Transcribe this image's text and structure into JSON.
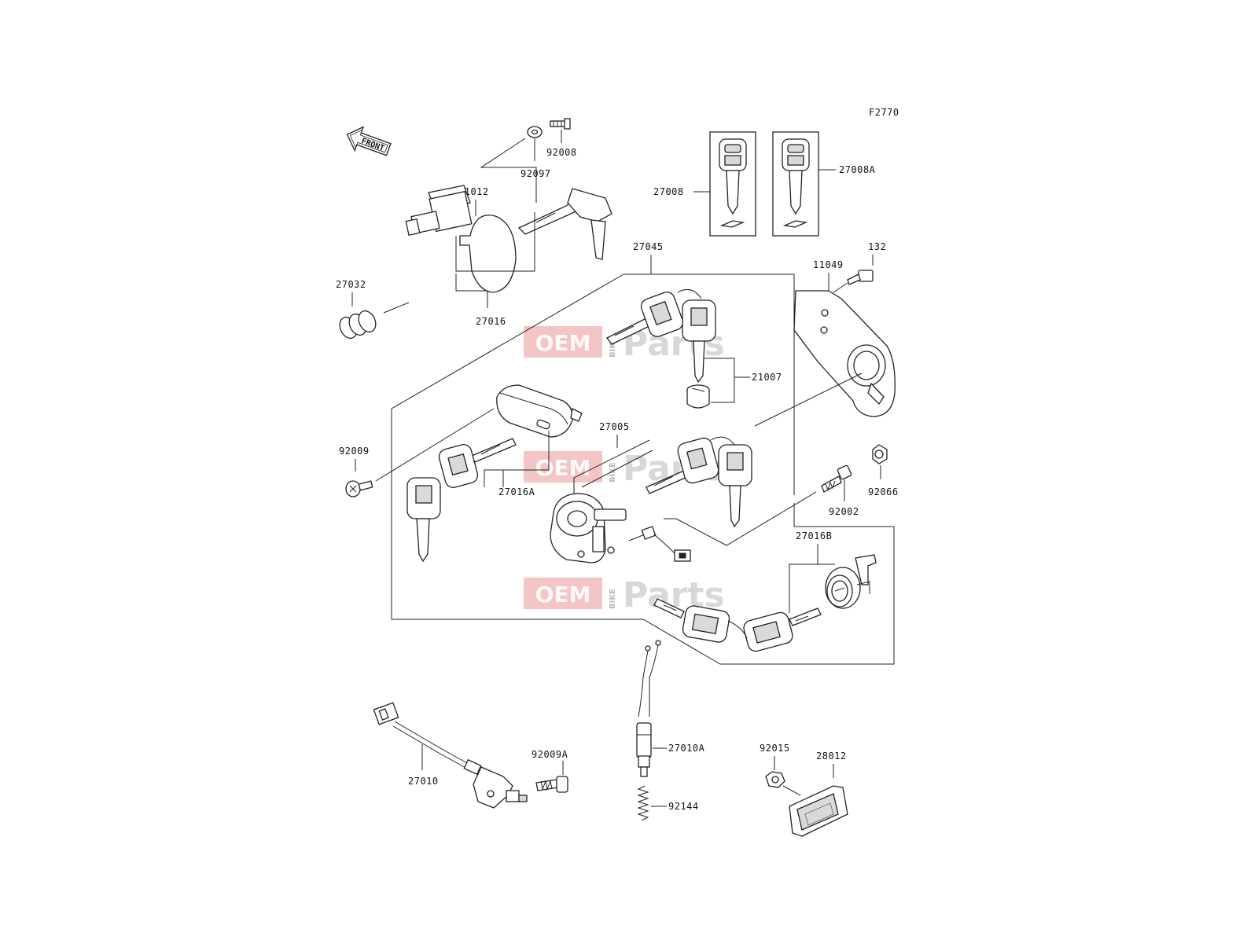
{
  "figure_code": "F2770",
  "front_label": "FRONT",
  "watermark": {
    "left": "OEM",
    "middle": "BIKE",
    "right": "Parts"
  },
  "labels": {
    "p92008": "92008",
    "p92097": "92097",
    "p11012": "11012",
    "p27032": "27032",
    "p27016": "27016",
    "p27008": "27008",
    "p27008A": "27008A",
    "p27045": "27045",
    "p11049": "11049",
    "p132": "132",
    "p21007": "21007",
    "p92009": "92009",
    "p27016A": "27016A",
    "p27005": "27005",
    "p92066": "92066",
    "p92002": "92002",
    "p27016B": "27016B",
    "p27010A": "27010A",
    "p92144": "92144",
    "p27010": "27010",
    "p92009A": "92009A",
    "p92015": "92015",
    "p28012": "28012"
  }
}
